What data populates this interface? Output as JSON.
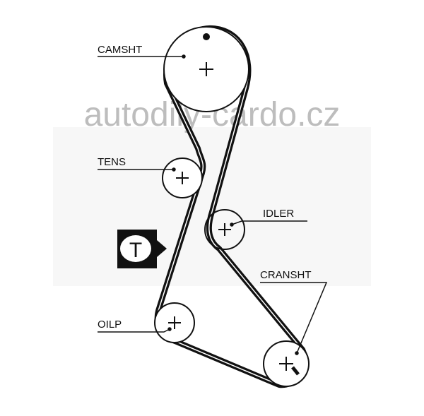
{
  "labels": {
    "camshaft": "CAMSHT",
    "tensioner": "TENS",
    "idler": "IDLER",
    "crankshaft": "CRANSHT",
    "oil_pump": "OILP"
  },
  "tensioner_icon_letter": "T",
  "watermark": "autodily-cardo.cz",
  "colors": {
    "line": "#111111",
    "watermark": "#bdbdbd"
  }
}
